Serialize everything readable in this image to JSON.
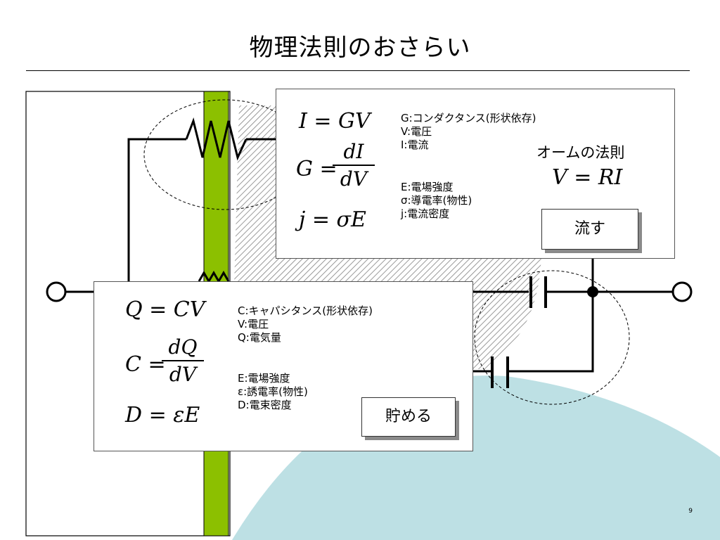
{
  "slide": {
    "title": "物理法則のおさらい",
    "page_number": "9"
  },
  "ohm_box": {
    "eq1": "I = GV",
    "eq2_lhs": "G =",
    "eq2_num": "dI",
    "eq2_den": "dV",
    "eq3": "j = σE",
    "desc_group1": "G:コンダクタンス(形状依存)\nV:電圧\nI:電流",
    "desc_group2": "E:電場強度\nσ:導電率(物性)\nj:電流密度",
    "law_label": "オームの法則",
    "law_eq": "V = RI",
    "button_label": "流す"
  },
  "cap_box": {
    "eq1": "Q = CV",
    "eq2_lhs": "C =",
    "eq2_num": "dQ",
    "eq2_den": "dV",
    "eq3": "D = εE",
    "desc_group1": "C:キャパシタンス(形状依存)\nV:電圧\nQ:電気量",
    "desc_group2": "E:電場強度\nε:誘電率(物性)\nD:電束密度",
    "button_label": "貯める"
  },
  "colors": {
    "membrane_green": "#8cc000",
    "sea_blue": "#bde0e4",
    "hatch": "#808080"
  }
}
